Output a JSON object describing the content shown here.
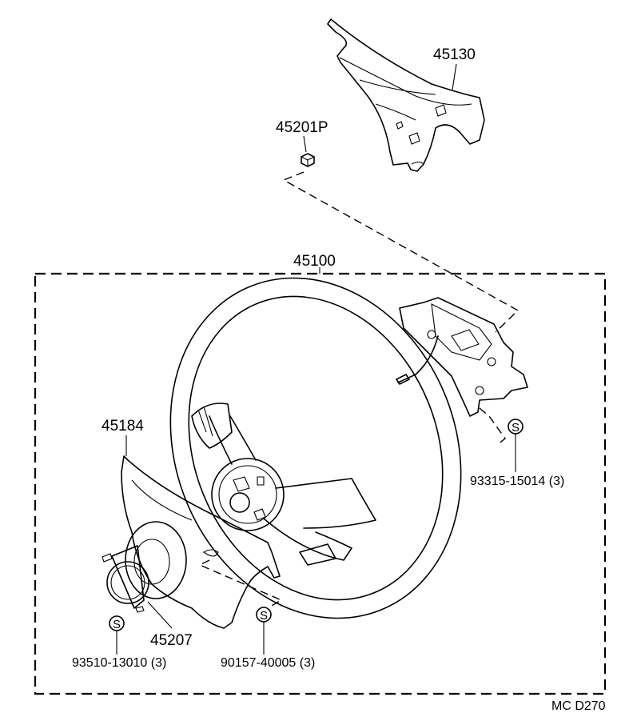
{
  "labels": {
    "pad": "45130",
    "nut": "45201P",
    "wheel": "45100",
    "cover": "45184",
    "bracket_screw": "93315-15014 (3)",
    "cancel_cam": "45207",
    "cam_screw": "93510-13010 (3)",
    "cover_screw": "90157-40005 (3)",
    "drawing_code": "MC D270"
  },
  "symbols": {
    "screw_marker": "S"
  }
}
